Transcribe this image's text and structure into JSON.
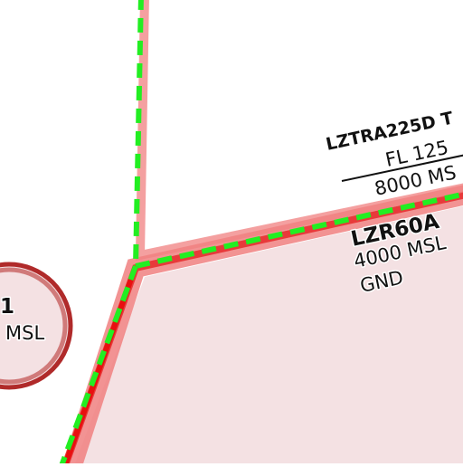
{
  "map": {
    "colors": {
      "restricted_fill": "#f4e1e3",
      "restricted_border": "#f08080",
      "restricted_border_dark": "#e83a3a",
      "boundary_green": "#22ee22",
      "boundary_red": "#e81010",
      "circle_border": "#b02a2a",
      "circle_border_light": "#d07a7a",
      "white_area": "#ffffff"
    },
    "labels": {
      "lztra_name": "LZTRA225D T",
      "lztra_upper": "FL 125",
      "lztra_lower": "8000 MS",
      "lzr_name": "LZR60A",
      "lzr_upper": "4000 MSL",
      "lzr_lower": "GND",
      "circle_name": "1",
      "circle_limit": "MSL"
    }
  }
}
